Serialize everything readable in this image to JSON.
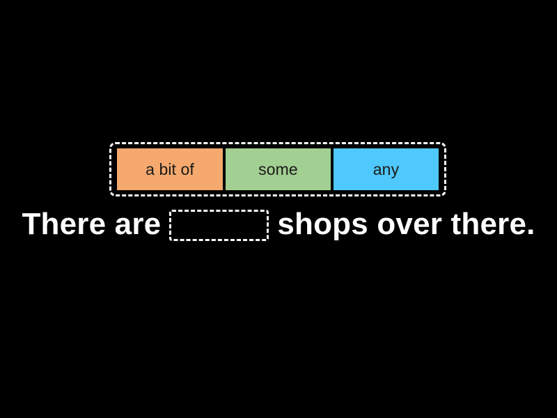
{
  "activity": {
    "type": "drag-and-drop-gap-fill",
    "background_color": "#000000"
  },
  "tile_tray": {
    "name": "answer-options-tray",
    "border_color": "#ffffff",
    "tiles": [
      {
        "label": "a bit of",
        "color": "#f5a96e",
        "text_color": "#1a1a1a"
      },
      {
        "label": "some",
        "color": "#a2cf92",
        "text_color": "#1a1a1a"
      },
      {
        "label": "any",
        "color": "#4fc8fb",
        "text_color": "#1a1a1a"
      }
    ]
  },
  "sentence": {
    "text_color": "#ffffff",
    "before_blank": "There are",
    "blank_value": "",
    "blank_placeholder": "",
    "after_blank": "shops over there."
  }
}
